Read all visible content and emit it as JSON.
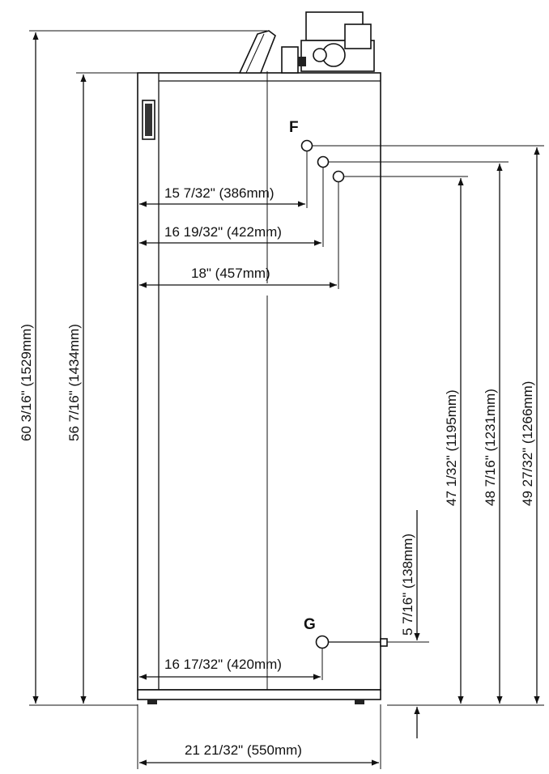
{
  "labels": {
    "port_f": "F",
    "port_g": "G"
  },
  "dimensions": {
    "overall_height": "60 3/16\" (1529mm)",
    "cabinet_height": "56 7/16\" (1434mm)",
    "port_f1_horizontal": "15 7/32\" (386mm)",
    "port_f2_horizontal": "16 19/32\" (422mm)",
    "port_f3_horizontal": "18\" (457mm)",
    "port_g_horizontal": "16 17/32\" (420mm)",
    "cabinet_width": "21 21/32\" (550mm)",
    "port_g_height": "5 7/16\" (138mm)",
    "port_f3_height": "47 1/32\" (1195mm)",
    "port_f2_height": "48 7/16\" (1231mm)",
    "port_f1_height": "49 27/32\" (1266mm)"
  }
}
